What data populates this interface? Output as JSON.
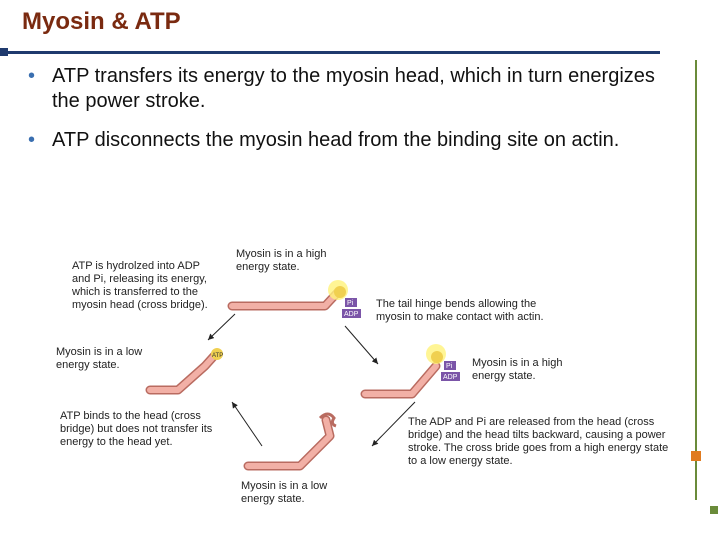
{
  "title": "Myosin & ATP",
  "bullets": [
    "ATP transfers its energy to the myosin head, which in turn energizes the power stroke.",
    "ATP disconnects the myosin head from the binding site on actin."
  ],
  "diagram": {
    "top_state": "Myosin is in a high energy state.",
    "left_top": "ATP is hydrolzed into ADP and Pi, releasing its energy, which is transferred to the myosin head (cross bridge).",
    "tail_hinge": "The tail hinge bends allowing the myosin to make contact with actin.",
    "left_state": "Myosin is in a low energy state.",
    "right_state": "Myosin is in a high energy state.",
    "atp_binds": "ATP binds to the head (cross bridge) but does not transfer its energy to the head yet.",
    "release": "The ADP and Pi are released from the head (cross bridge) and the head tilts backward, causing a power stroke. The cross bride goes from a high energy state to a low energy state.",
    "bottom_state": "Myosin is in a low energy state.",
    "tag_pi": "Pi",
    "tag_adp": "ADP",
    "tag_atp": "ATP"
  },
  "colors": {
    "title": "#7a2a10",
    "rule": "#1f3a6e",
    "accent": "#e07b20",
    "green": "#6a8b3a",
    "myosin": "#f0a49a"
  }
}
